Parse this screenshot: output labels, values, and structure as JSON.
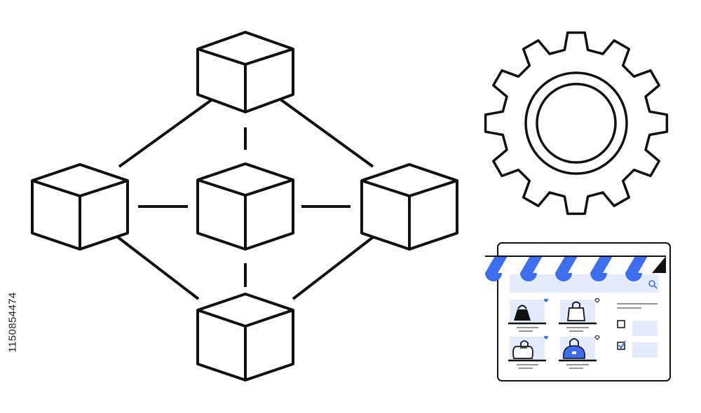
{
  "colors": {
    "stroke": "#111111",
    "accent": "#3d6ef0",
    "accent_light": "#e3ebfd",
    "background": "#ffffff"
  },
  "diagram": {
    "blocks": [
      "block-top",
      "block-left",
      "block-center",
      "block-right",
      "block-bottom"
    ],
    "icons": [
      "gear-icon",
      "online-store-icon"
    ]
  },
  "store": {
    "products": [
      "handbag-icon",
      "tote-bag-icon",
      "shopping-bag-icon",
      "duffel-bag-icon"
    ],
    "filters": [
      {
        "checked": false
      },
      {
        "checked": true
      }
    ]
  },
  "watermark": {
    "stock_id": "1150854474"
  }
}
